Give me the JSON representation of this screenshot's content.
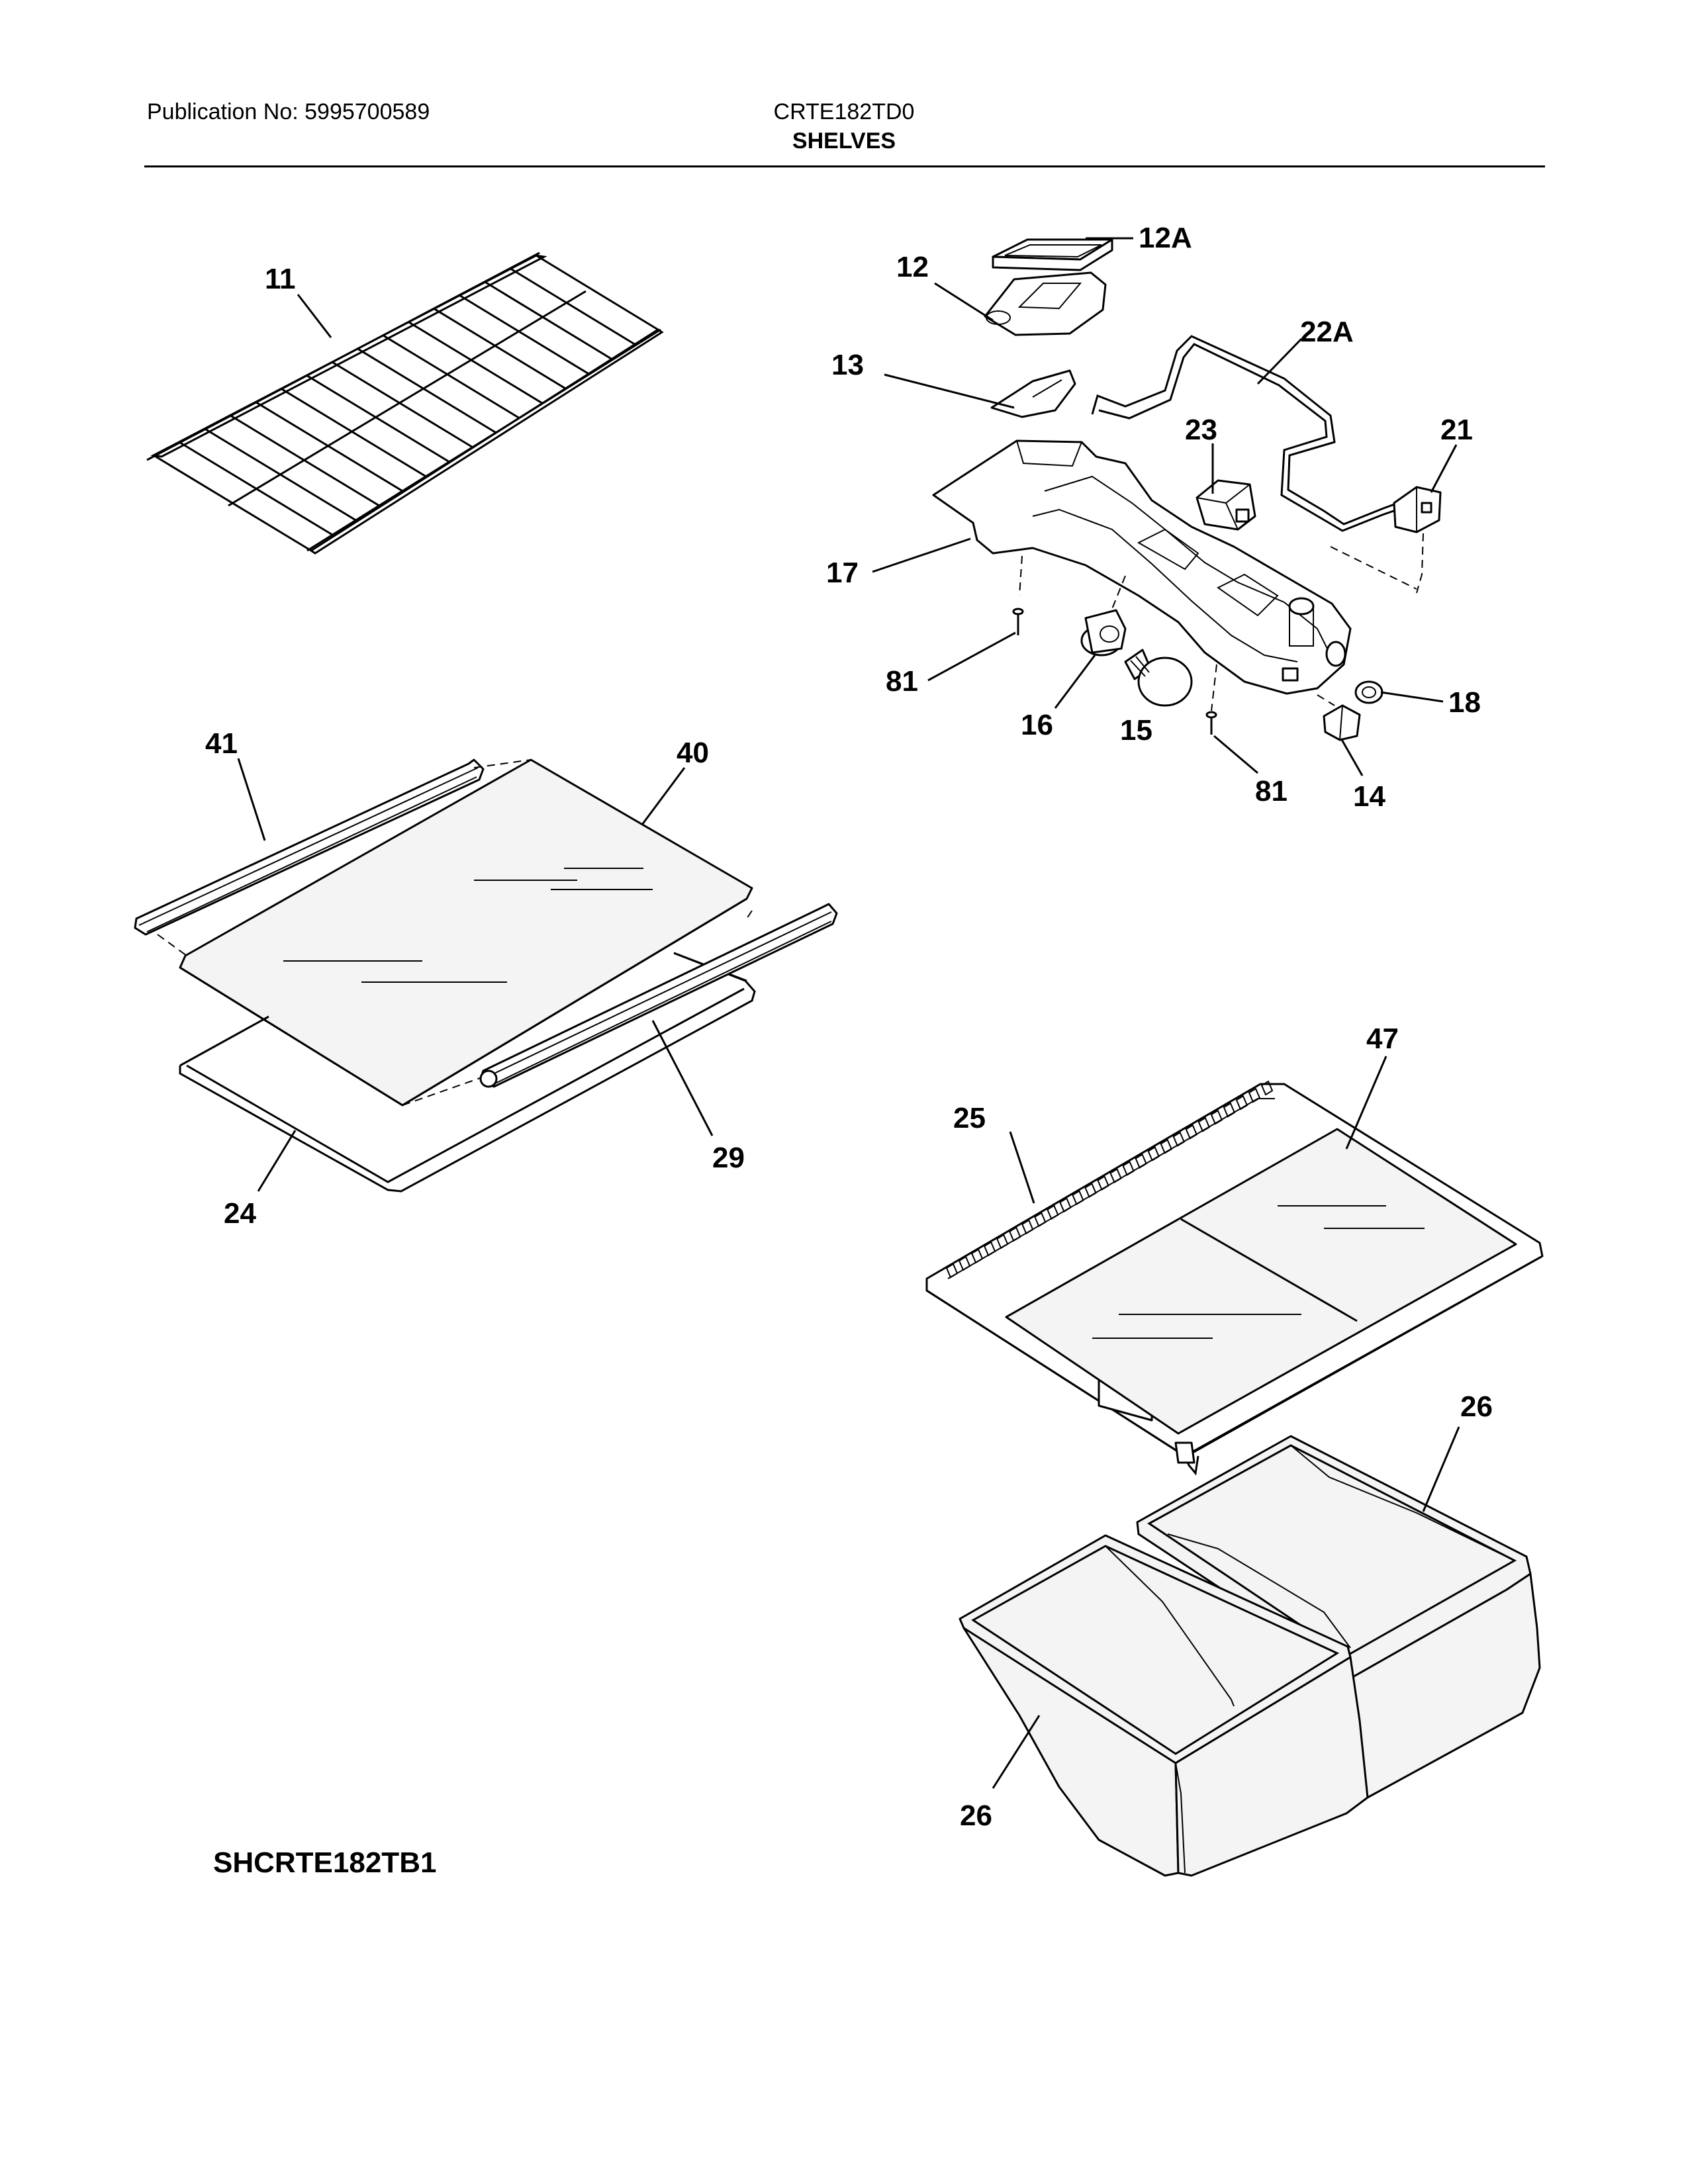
{
  "header": {
    "publication": "Publication No: 5995700589",
    "model": "CRTE182TD0",
    "section": "SHELVES"
  },
  "footer": {
    "diagram_code": "SHCRTE182TB1"
  },
  "callouts": [
    {
      "id": "c11",
      "label": "11"
    },
    {
      "id": "c12A",
      "label": "12A"
    },
    {
      "id": "c12",
      "label": "12"
    },
    {
      "id": "c22A",
      "label": "22A"
    },
    {
      "id": "c13",
      "label": "13"
    },
    {
      "id": "c23",
      "label": "23"
    },
    {
      "id": "c21",
      "label": "21"
    },
    {
      "id": "c17",
      "label": "17"
    },
    {
      "id": "c81a",
      "label": "81"
    },
    {
      "id": "c16",
      "label": "16"
    },
    {
      "id": "c15",
      "label": "15"
    },
    {
      "id": "c18",
      "label": "18"
    },
    {
      "id": "c81b",
      "label": "81"
    },
    {
      "id": "c14",
      "label": "14"
    },
    {
      "id": "c41",
      "label": "41"
    },
    {
      "id": "c40",
      "label": "40"
    },
    {
      "id": "c29",
      "label": "29"
    },
    {
      "id": "c24",
      "label": "24"
    },
    {
      "id": "c47",
      "label": "47"
    },
    {
      "id": "c25",
      "label": "25"
    },
    {
      "id": "c26a",
      "label": "26"
    },
    {
      "id": "c26b",
      "label": "26"
    }
  ]
}
